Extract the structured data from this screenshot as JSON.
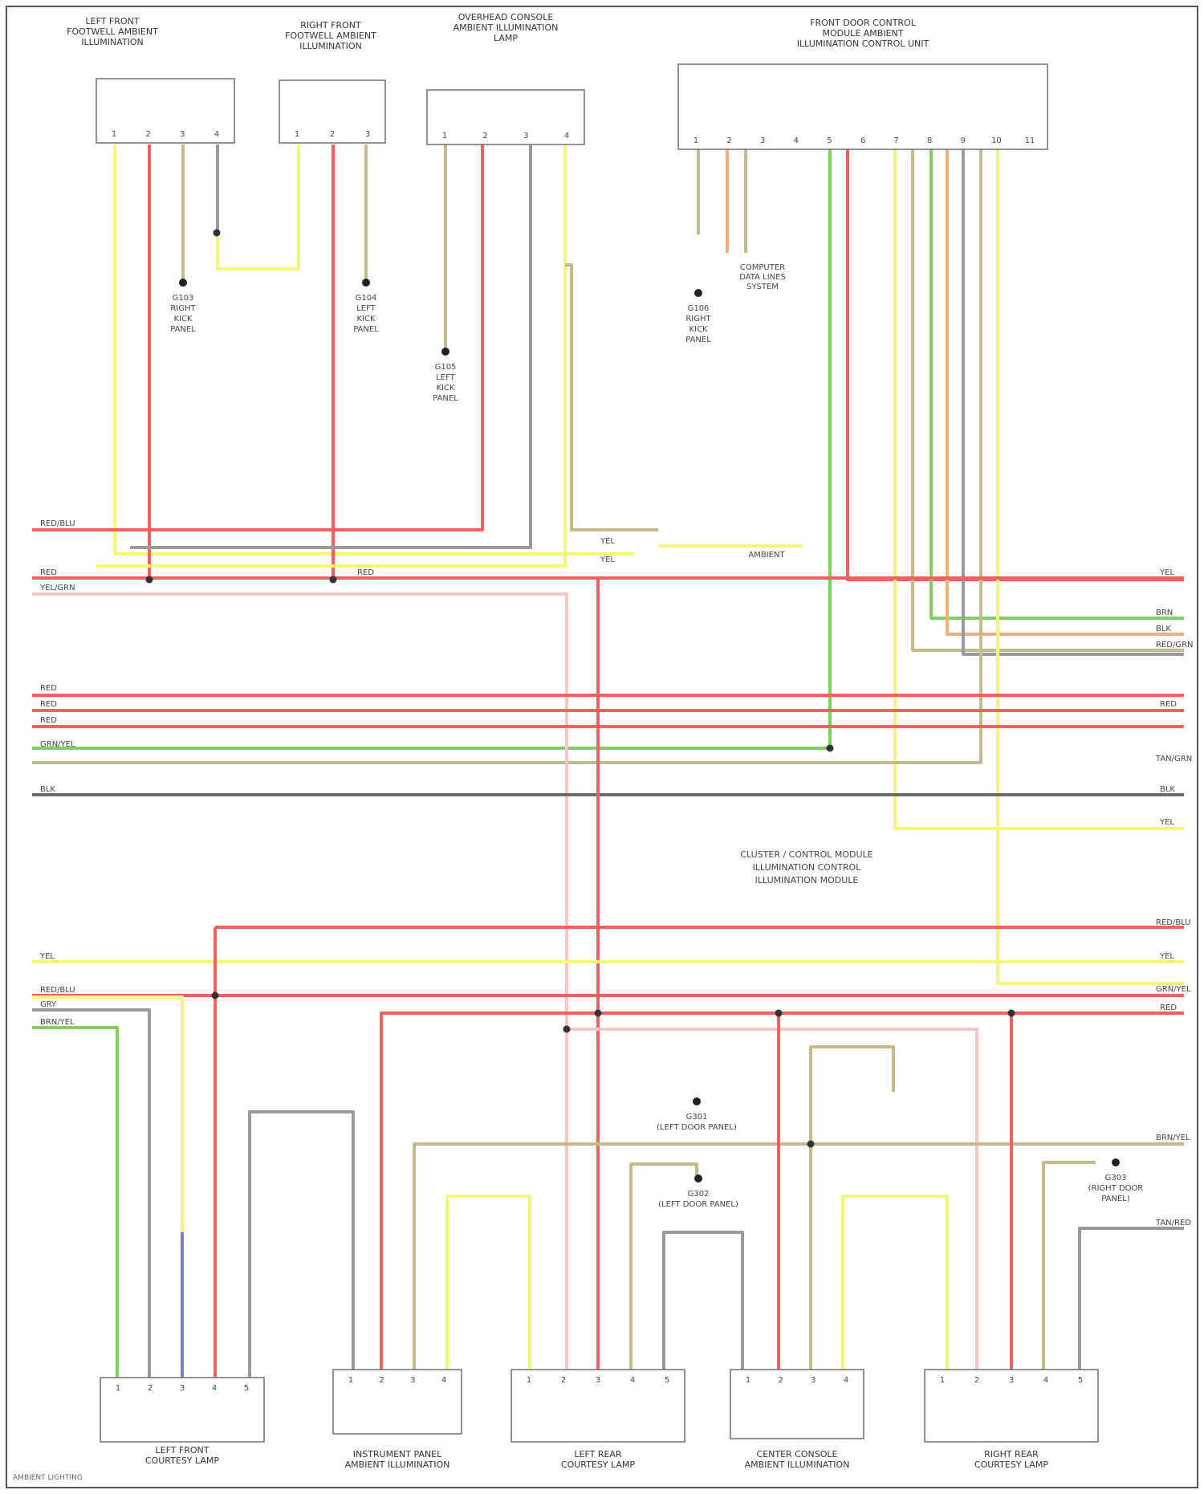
{
  "colors": {
    "RED": "#f26060",
    "YEL": "#f5f57a",
    "GRN": "#7fcf63",
    "GRY": "#9a9a9a",
    "TAN": "#c7b98c",
    "PNK": "#f4c6c6",
    "BLU": "#7777dd",
    "ORG": "#f4b07a",
    "DKGRY": "#6b6b6b"
  },
  "components": [
    {
      "id": "c1",
      "title": [
        "LEFT FRONT",
        "FOOTWELL AMBIENT",
        "ILLUMINATION"
      ],
      "pins": [
        "1",
        "2",
        "3",
        "4"
      ]
    },
    {
      "id": "c2",
      "title": [
        "RIGHT FRONT",
        "FOOTWELL AMBIENT",
        "ILLUMINATION"
      ],
      "pins": [
        "1",
        "2",
        "3"
      ]
    },
    {
      "id": "c3",
      "title": [
        "OVERHEAD CONSOLE",
        "AMBIENT ILLUMINATION",
        "LAMP"
      ],
      "pins": [
        "1",
        "2",
        "3",
        "4"
      ]
    },
    {
      "id": "c4",
      "title": [
        "FRONT DOOR CONTROL",
        "MODULE AMBIENT",
        "ILLUMINATION CONTROL UNIT"
      ],
      "pins": [
        "1",
        "2",
        "3",
        "4",
        "5",
        "6",
        "7",
        "8",
        "9",
        "10",
        "11"
      ]
    },
    {
      "id": "c5",
      "title": [
        "LEFT FRONT",
        "COURTESY LAMP"
      ],
      "pins": [
        "1",
        "2",
        "3",
        "4",
        "5"
      ]
    },
    {
      "id": "c6",
      "title": [
        "INSTRUMENT PANEL",
        "AMBIENT ILLUMINATION"
      ],
      "pins": [
        "1",
        "2",
        "3",
        "4"
      ]
    },
    {
      "id": "c7",
      "title": [
        "LEFT REAR",
        "COURTESY LAMP"
      ],
      "pins": [
        "1",
        "2",
        "3",
        "4",
        "5"
      ]
    },
    {
      "id": "c8",
      "title": [
        "CENTER CONSOLE",
        "AMBIENT ILLUMINATION"
      ],
      "pins": [
        "1",
        "2",
        "3",
        "4"
      ]
    },
    {
      "id": "c9",
      "title": [
        "RIGHT REAR",
        "COURTESY LAMP"
      ],
      "pins": [
        "1",
        "2",
        "3",
        "4",
        "5"
      ]
    }
  ],
  "grounds": [
    {
      "id": "g1",
      "lines": [
        "G103",
        "RIGHT",
        "KICK",
        "PANEL"
      ]
    },
    {
      "id": "g2",
      "lines": [
        "G104",
        "LEFT",
        "KICK",
        "PANEL"
      ]
    },
    {
      "id": "g3",
      "lines": [
        "G105",
        "LEFT",
        "KICK",
        "PANEL"
      ]
    },
    {
      "id": "g4",
      "lines": [
        "G106",
        "RIGHT",
        "KICK",
        "PANEL"
      ]
    },
    {
      "id": "g5",
      "lines": [
        "G301",
        "(LEFT DOOR PANEL)"
      ]
    },
    {
      "id": "g6",
      "lines": [
        "G302",
        "(LEFT DOOR PANEL)"
      ]
    },
    {
      "id": "g7",
      "lines": [
        "G303",
        "(RIGHT DOOR",
        "PANEL)"
      ]
    }
  ],
  "wire_labels": [
    "RED/BLU",
    "RED",
    "RED",
    "YEL/GRN",
    "YEL",
    "YEL",
    "RED",
    "RED",
    "RED",
    "RED",
    "GRN/YEL",
    "BLK",
    "BLK",
    "YEL",
    "RED/BLU",
    "YEL",
    "YEL",
    "RED/BLU",
    "GRN/YEL",
    "GRY",
    "BRN/YEL",
    "RED",
    "BRN/YEL",
    "TAN/RED",
    "YEL",
    "BRN",
    "BLK",
    "RED/GRN",
    "TAN/GRN"
  ],
  "notes": [
    "CLUSTER / CONTROL MODULE",
    "ILLUMINATION CONTROL",
    "ILLUMINATION MODULE"
  ],
  "splice_label": "AMBIENT",
  "sub_labels": [
    "COMPUTER",
    "DATA LINES",
    "SYSTEM"
  ],
  "footer": "AMBIENT LIGHTING"
}
